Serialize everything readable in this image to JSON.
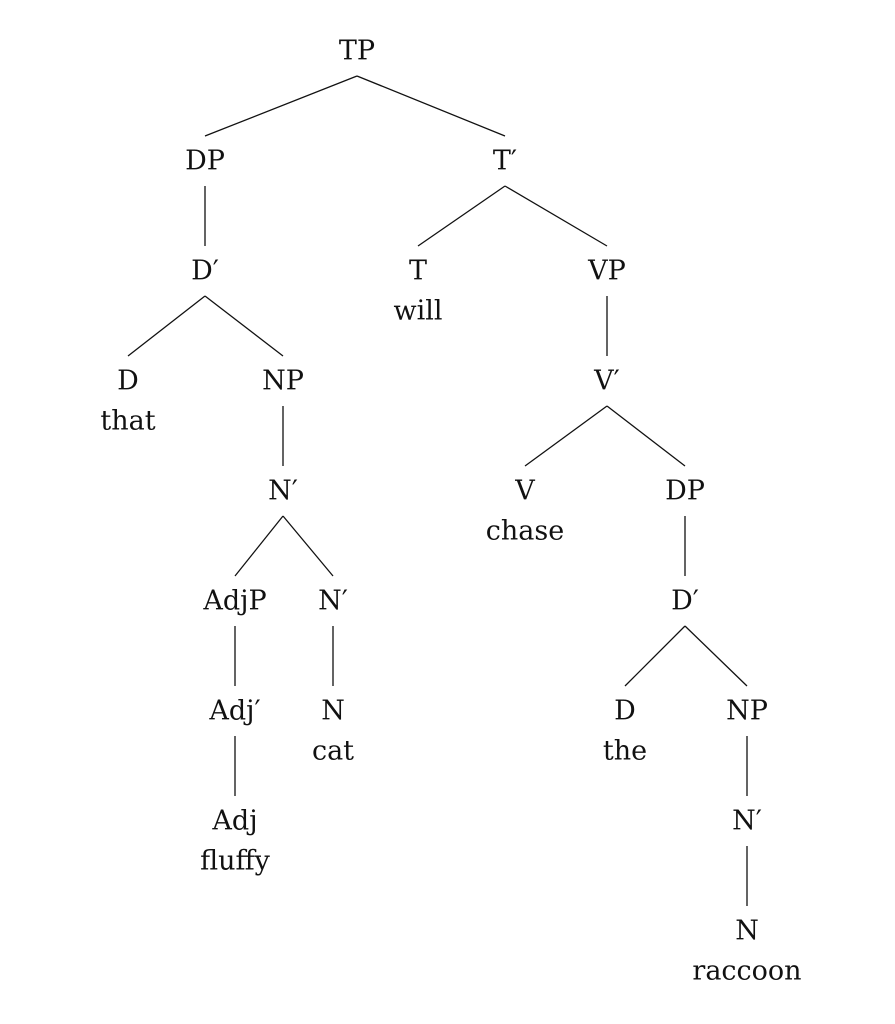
{
  "tree": {
    "nodes": [
      {
        "id": "tp",
        "label": "TP"
      },
      {
        "id": "dp1",
        "label": "DP",
        "parent": "tp"
      },
      {
        "id": "tbar",
        "label": "T′",
        "parent": "tp"
      },
      {
        "id": "dbar1",
        "label": "D′",
        "parent": "dp1"
      },
      {
        "id": "t",
        "label": "T",
        "word": "will",
        "parent": "tbar"
      },
      {
        "id": "vp",
        "label": "VP",
        "parent": "tbar"
      },
      {
        "id": "d1",
        "label": "D",
        "word": "that",
        "parent": "dbar1"
      },
      {
        "id": "np1",
        "label": "NP",
        "parent": "dbar1"
      },
      {
        "id": "vbar",
        "label": "V′",
        "parent": "vp"
      },
      {
        "id": "nbar1",
        "label": "N′",
        "parent": "np1"
      },
      {
        "id": "v",
        "label": "V",
        "word": "chase",
        "parent": "vbar"
      },
      {
        "id": "dp2",
        "label": "DP",
        "parent": "vbar"
      },
      {
        "id": "adjp",
        "label": "AdjP",
        "parent": "nbar1"
      },
      {
        "id": "nbar2",
        "label": "N′",
        "parent": "nbar1"
      },
      {
        "id": "dbar2",
        "label": "D′",
        "parent": "dp2"
      },
      {
        "id": "adjbar",
        "label": "Adj′",
        "parent": "adjp"
      },
      {
        "id": "n1",
        "label": "N",
        "word": "cat",
        "parent": "nbar2"
      },
      {
        "id": "d2",
        "label": "D",
        "word": "the",
        "parent": "dbar2"
      },
      {
        "id": "np2",
        "label": "NP",
        "parent": "dbar2"
      },
      {
        "id": "adj",
        "label": "Adj",
        "word": "fluffy",
        "parent": "adjbar"
      },
      {
        "id": "nbar3",
        "label": "N′",
        "parent": "np2"
      },
      {
        "id": "n2",
        "label": "N",
        "word": "raccoon",
        "parent": "nbar3"
      }
    ]
  }
}
